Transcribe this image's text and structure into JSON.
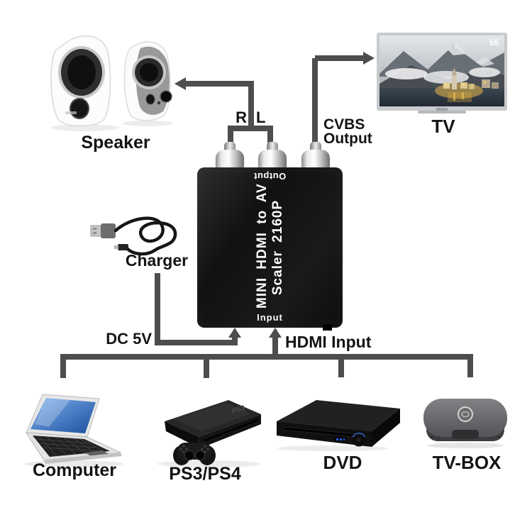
{
  "diagram": {
    "converter": {
      "name_line1": "MINI HDMI to AV",
      "name_line2": "Scaler 2160P",
      "top_label": "Output",
      "bottom_label": "Input"
    },
    "connections": {
      "right_audio": "R",
      "left_audio": "L",
      "cvbs_line1": "CVBS",
      "cvbs_line2": "Output",
      "power": "DC 5V",
      "hdmi": "HDMI Input"
    },
    "devices": {
      "speaker": {
        "label": "Speaker"
      },
      "tv": {
        "label": "TV",
        "screen_badge": "55"
      },
      "charger": {
        "label": "Charger"
      },
      "computer": {
        "label": "Computer"
      },
      "game_console": {
        "label": "PS3/PS4",
        "logo": "PS3"
      },
      "dvd": {
        "label": "DVD"
      },
      "tv_box": {
        "label": "TV-BOX"
      }
    },
    "colors": {
      "line": "#4d4d4d",
      "label_text": "#141414",
      "converter_body": "#161616",
      "converter_text": "#ffffff"
    }
  }
}
